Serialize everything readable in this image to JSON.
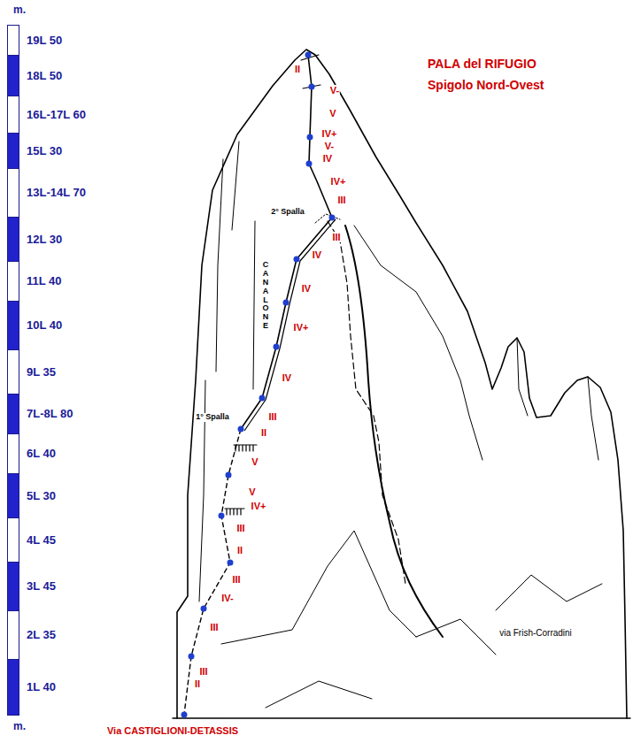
{
  "diagram": {
    "title": "PALA del RIFUGIO",
    "nodes": [
      {
        "text": [
          "19L 50"
        ]
      },
      {
        "text": [
          "18L 50"
        ]
      },
      {
        "text": [
          "16L-17L 60"
        ]
      },
      {
        "text": [
          "15L 30"
        ]
      },
      {
        "text": [
          "13L-14L 70"
        ]
      },
      {
        "text": [
          "12L 30"
        ]
      },
      {
        "text": [
          "11L 40"
        ]
      },
      {
        "text": [
          "10L 40"
        ]
      },
      {
        "text": [
          "9L 35"
        ]
      },
      {
        "text": [
          "7L-8L 80"
        ]
      },
      {
        "text": [
          "6L 40"
        ]
      },
      {
        "text": [
          "5L 30"
        ]
      },
      {
        "text": [
          "4L 45"
        ]
      },
      {
        "text": [
          "3L 45"
        ]
      },
      {
        "text": [
          "2L 35"
        ]
      },
      {
        "text": [
          "1L 40"
        ]
      }
    ],
    "labels": [
      "m.",
      "Spigolo Nord-Ovest",
      "II",
      "V-",
      "V",
      "IV+",
      "V-",
      "IV",
      "IV+",
      "III",
      "2° Spalla",
      "III",
      "IV",
      "CANALONE",
      "IV",
      "IV+",
      "IV",
      "III",
      "1° Spalla",
      "II",
      "V",
      "V",
      "IV+",
      "III",
      "II",
      "III",
      "IV-",
      "III",
      "via Frish-Corradini",
      "III",
      "II",
      "m.",
      "Via CASTIGLIONI-DETASSIS"
    ]
  }
}
